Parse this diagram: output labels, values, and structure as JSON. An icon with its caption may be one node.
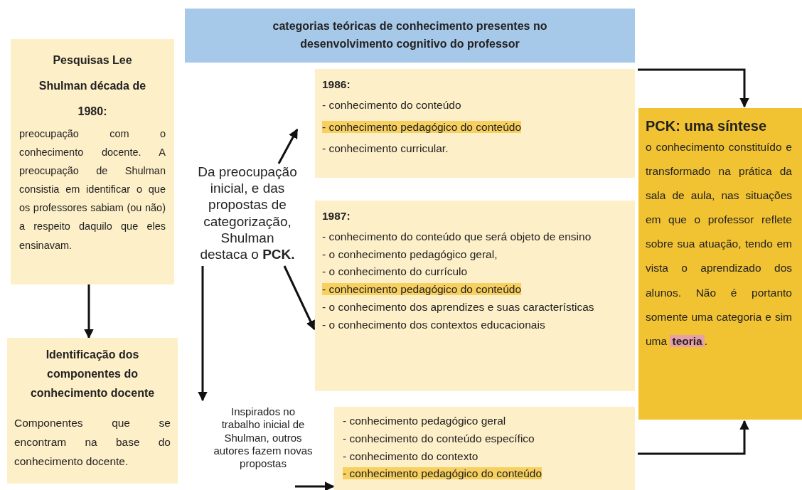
{
  "diagram": {
    "nodes": [
      {
        "text": [
          "categorias teóricas de conhecimento presentes no desenvolvimento cognitivo do professor"
        ]
      },
      {
        "text": [
          "Pesquisas Lee Shulman década de 1980:",
          "preocupação com o conhecimento docente. A preocupação de Shulman consistia em identificar o que os professores sabiam (ou não) a respeito daquilo que eles ensinavam."
        ]
      },
      {
        "text": [
          "Identificação dos componentes do conhecimento docente",
          "Componentes que se encontram na base do conhecimento docente."
        ]
      },
      {
        "text": [
          "Da preocupação inicial, e das propostas de categorização, Shulman destaca o **PCK.**"
        ]
      },
      {
        "text": [
          "1986:",
          "- conhecimento do conteúdo",
          "- conhecimento pedagógico do conteúdo",
          "- conhecimento curricular."
        ]
      },
      {
        "text": [
          "1987:",
          "- conhecimento do conteúdo que será objeto de ensino",
          "- o conhecimento pedagógico geral,",
          "- o conhecimento do currículo",
          "- conhecimento pedagógico do conteúdo",
          "- o conhecimento dos aprendizes e suas características",
          "- o conhecimento dos contextos educacionais"
        ]
      },
      {
        "text": [
          "Inspirados no trabalho inicial de Shulman, outros autores fazem novas propostas"
        ]
      },
      {
        "text": [
          "- conhecimento pedagógico geral",
          "- conhecimento do conteúdo específico",
          "- conhecimento do contexto",
          "- conhecimento pedagógico do conteúdo"
        ]
      },
      {
        "text": [
          "PCK: uma síntese",
          "o conhecimento constituído e transformado na prática da sala de aula, nas situações em que o professor reflete sobre sua atuação, tendo em vista o aprendizado dos alunos. Não é portanto somente uma categoria e sim uma **teoria**."
        ]
      }
    ],
    "edges": [
      {
        "from": 1,
        "to": 2,
        "arrow": "to"
      },
      {
        "from": 3,
        "to": 4,
        "arrow": "to"
      },
      {
        "from": 3,
        "to": 5,
        "arrow": "to"
      },
      {
        "from": 3,
        "to": 6,
        "arrow": "to"
      },
      {
        "from": 6,
        "to": 7,
        "arrow": "to"
      },
      {
        "from": 4,
        "to": 8,
        "arrow": "to"
      },
      {
        "from": 7,
        "to": 8,
        "arrow": "to"
      }
    ]
  }
}
